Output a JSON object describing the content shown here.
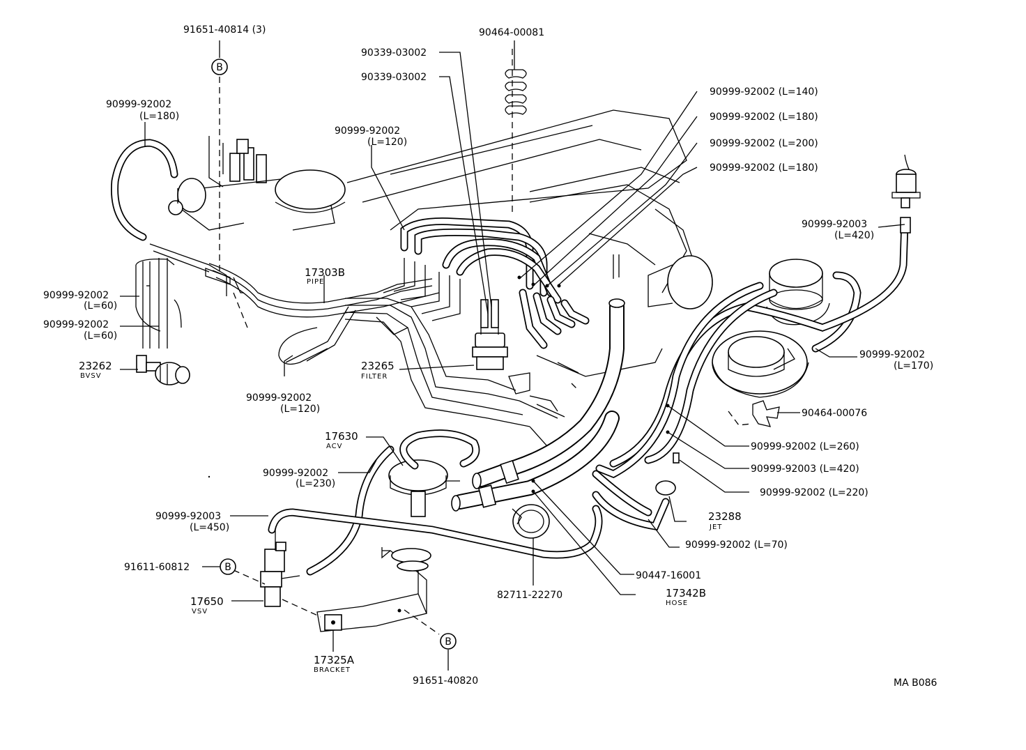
{
  "ref_b": "B",
  "diagram_code": "MA B086",
  "labels": {
    "l_91651_40814": "91651-40814 (3)",
    "l_90464_00081": "90464-00081",
    "l_90339_a": "90339-03002",
    "l_90339_b": "90339-03002",
    "l_90999_l180_tl": "90999-92002",
    "l_90999_l180_tl_len": "(L=180)",
    "l_90999_l120_top": "90999-92002",
    "l_90999_l120_top_len": "(L=120)",
    "l_90999_l140": "90999-92002 (L=140)",
    "l_90999_l180_r1": "90999-92002 (L=180)",
    "l_90999_l200": "90999-92002 (L=200)",
    "l_90999_l180_r2": "90999-92002 (L=180)",
    "l_90999_92003_l420_top": "90999-92003",
    "l_90999_92003_l420_top_len": "(L=420)",
    "l_17303b": "17303B",
    "l_17303b_sub": "PIPE",
    "l_90999_l60_a": "90999-92002",
    "l_90999_l60_a_len": "(L=60)",
    "l_90999_l60_b": "90999-92002",
    "l_90999_l60_b_len": "(L=60)",
    "l_23262": "23262",
    "l_23262_sub": "BVSV",
    "l_23265": "23265",
    "l_23265_sub": "FILTER",
    "l_90999_l120_bot": "90999-92002",
    "l_90999_l120_bot_len": "(L=120)",
    "l_90999_l170": "90999-92002",
    "l_90999_l170_len": "(L=170)",
    "l_90464_00076": "90464-00076",
    "l_90999_l260": "90999-92002 (L=260)",
    "l_90999_92003_l420": "90999-92003 (L=420)",
    "l_90999_l220": "90999-92002 (L=220)",
    "l_17630": "17630",
    "l_17630_sub": "ACV",
    "l_90999_l230": "90999-92002",
    "l_90999_l230_len": "(L=230)",
    "l_90999_92003_l450": "90999-92003",
    "l_90999_92003_l450_len": "(L=450)",
    "l_23288": "23288",
    "l_23288_sub": "JET",
    "l_90999_l70": "90999-92002 (L=70)",
    "l_91611_60812": "91611-60812",
    "l_17650": "17650",
    "l_17650_sub": "VSV",
    "l_90447_16001": "90447-16001",
    "l_17342b": "17342B",
    "l_17342b_sub": "HOSE",
    "l_82711_22270": "82711-22270",
    "l_17325a": "17325A",
    "l_17325a_sub": "BRACKET",
    "l_91651_40820": "91651-40820"
  }
}
